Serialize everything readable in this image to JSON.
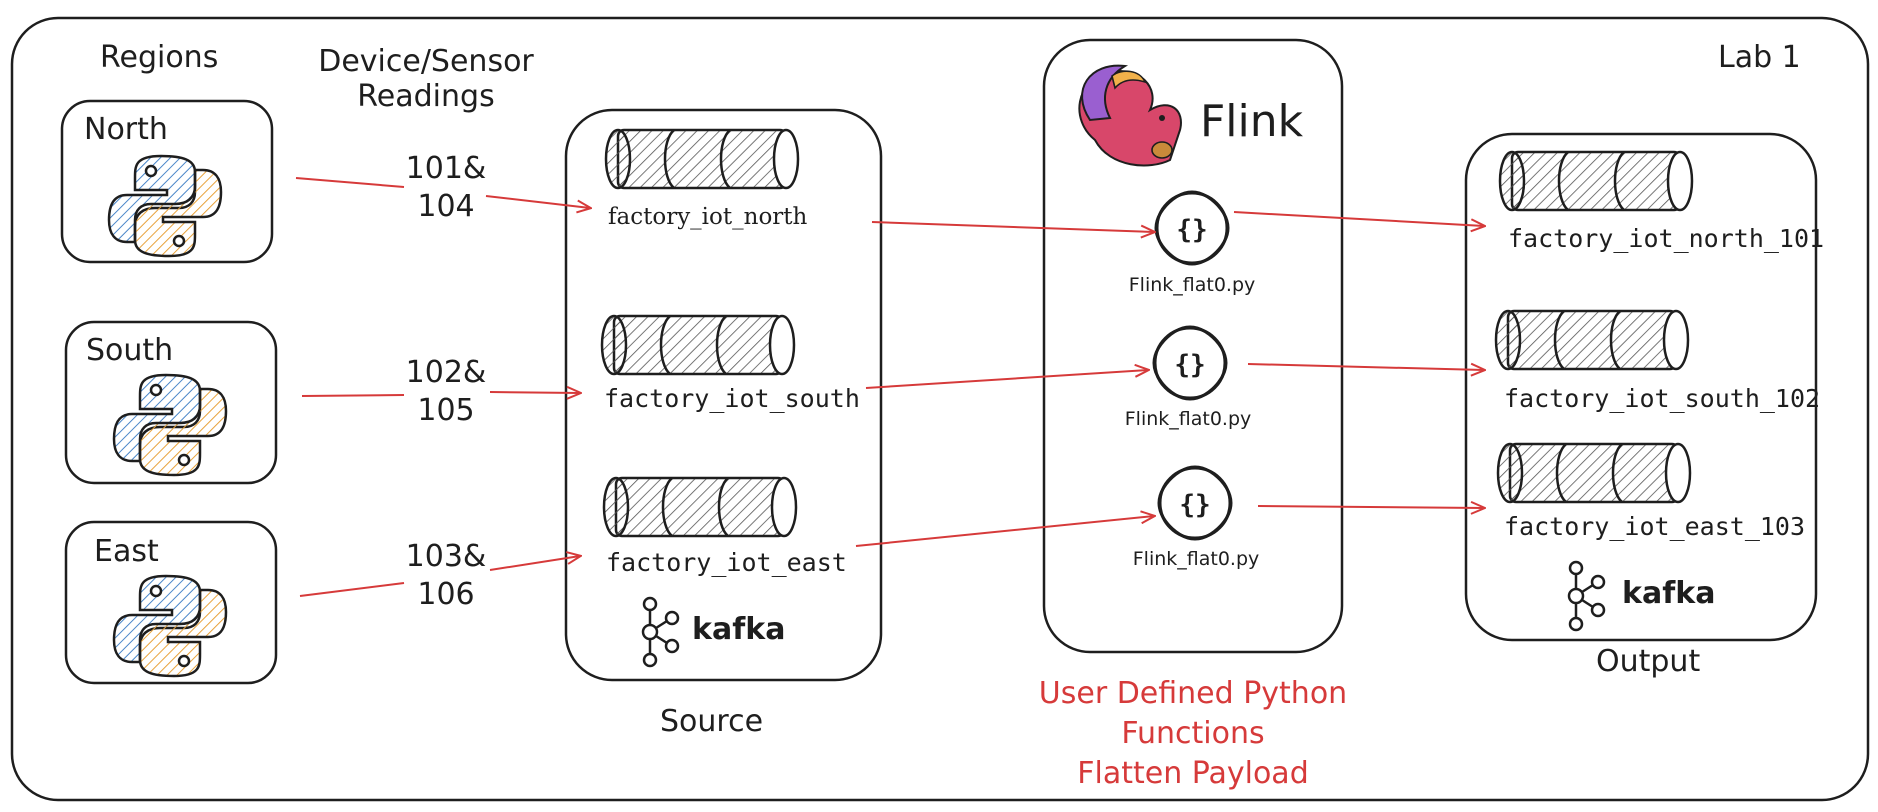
{
  "lab_label": "Lab 1",
  "regions_header": "Regions",
  "readings_header_line1": "Device/Sensor",
  "readings_header_line2": "Readings",
  "regions": [
    {
      "name": "North",
      "reading_line1": "101&",
      "reading_line2": "104"
    },
    {
      "name": "South",
      "reading_line1": "102&",
      "reading_line2": "105"
    },
    {
      "name": "East",
      "reading_line1": "103&",
      "reading_line2": "106"
    }
  ],
  "source": {
    "label": "Source",
    "topics": [
      "factory_iot_north",
      "factory_iot_south",
      "factory_iot_east"
    ],
    "kafka_label": "kafka"
  },
  "flink": {
    "title": "Flink",
    "jobs": [
      "Flink_flat0.py",
      "Flink_flat0.py",
      "Flink_flat0.py"
    ],
    "caption_line1": "User Defined Python",
    "caption_line2": "Functions",
    "caption_line3": "Flatten Payload"
  },
  "output": {
    "label": "Output",
    "topics": [
      "factory_iot_north_101",
      "factory_iot_south_102",
      "factory_iot_east_103"
    ],
    "kafka_label": "kafka"
  },
  "colors": {
    "arrow": "#d63a3a",
    "python_blue": "#4a86c8",
    "python_yellow": "#e8a33d",
    "squirrel": "#d8476a"
  }
}
